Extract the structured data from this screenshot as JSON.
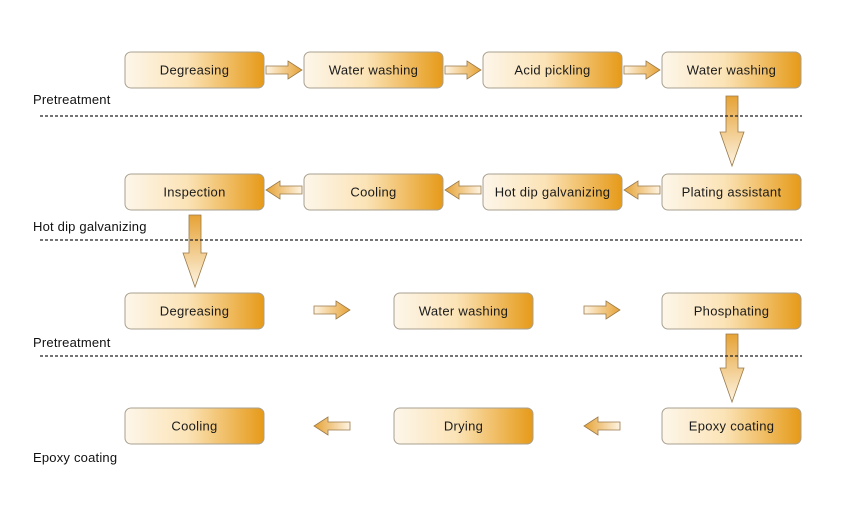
{
  "colors": {
    "box_fill_start": "#fdf6ea",
    "box_fill_end": "#e69a18",
    "box_stroke": "#a8a090",
    "arrow_fill_start": "#fdf4e3",
    "arrow_fill_end": "#e6a235",
    "arrow_stroke": "#9a7a4a",
    "divider": "#222222"
  },
  "rows": [
    {
      "section_label": "Pretreatment",
      "steps": [
        "Degreasing",
        "Water washing",
        "Acid pickling",
        "Water washing"
      ]
    },
    {
      "section_label": "Hot dip galvanizing",
      "steps": [
        "Inspection",
        "Cooling",
        "Hot dip galvanizing",
        "Plating assistant"
      ]
    },
    {
      "section_label": "Pretreatment",
      "steps": [
        "Degreasing",
        "Water washing",
        "Phosphating"
      ]
    },
    {
      "section_label": "Epoxy coating",
      "steps": [
        "Cooling",
        "Drying",
        "Epoxy coating"
      ]
    }
  ]
}
